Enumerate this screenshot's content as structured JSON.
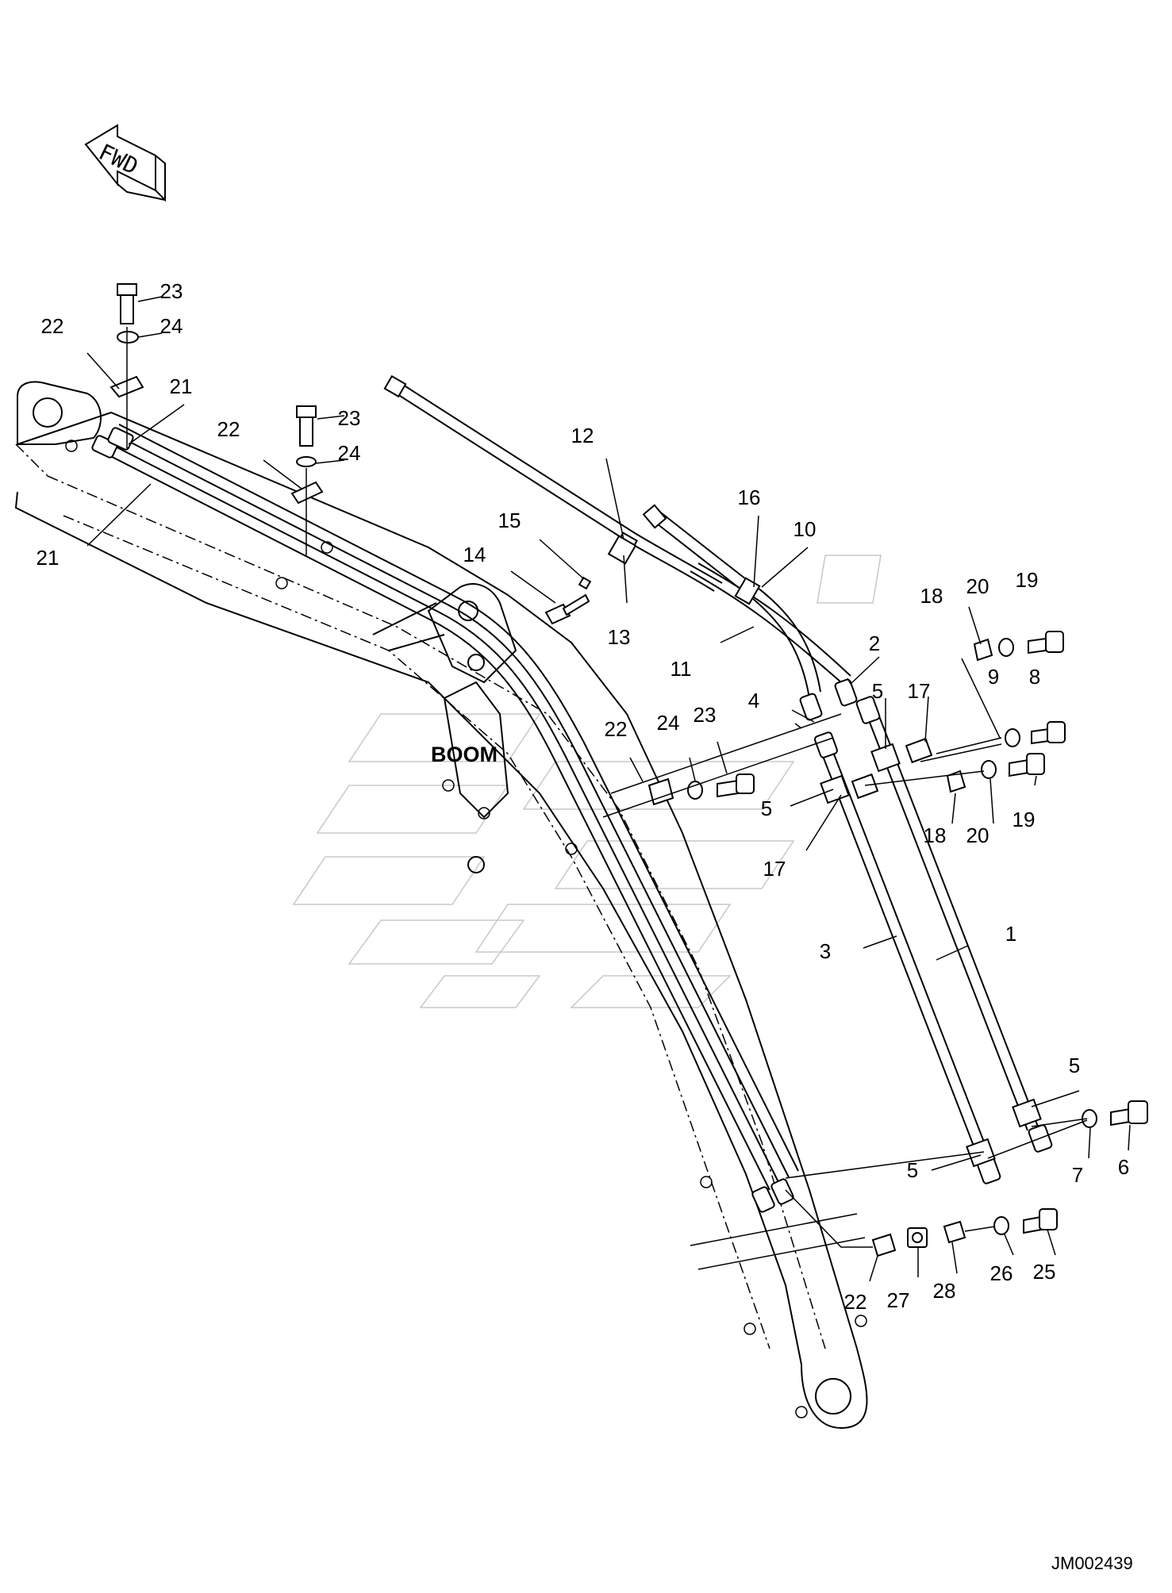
{
  "orientation_label": "FWD",
  "component_label": "BOOM",
  "drawing_ref": "JM002439",
  "callouts": [
    {
      "n": "23"
    },
    {
      "n": "24"
    },
    {
      "n": "22"
    },
    {
      "n": "21"
    },
    {
      "n": "21"
    },
    {
      "n": "23"
    },
    {
      "n": "22"
    },
    {
      "n": "24"
    },
    {
      "n": "12"
    },
    {
      "n": "15"
    },
    {
      "n": "14"
    },
    {
      "n": "13"
    },
    {
      "n": "16"
    },
    {
      "n": "10"
    },
    {
      "n": "11"
    },
    {
      "n": "2"
    },
    {
      "n": "18"
    },
    {
      "n": "20"
    },
    {
      "n": "19"
    },
    {
      "n": "9"
    },
    {
      "n": "8"
    },
    {
      "n": "5"
    },
    {
      "n": "17"
    },
    {
      "n": "4"
    },
    {
      "n": "22"
    },
    {
      "n": "24"
    },
    {
      "n": "23"
    },
    {
      "n": "5"
    },
    {
      "n": "17"
    },
    {
      "n": "18"
    },
    {
      "n": "20"
    },
    {
      "n": "19"
    },
    {
      "n": "3"
    },
    {
      "n": "1"
    },
    {
      "n": "5"
    },
    {
      "n": "6"
    },
    {
      "n": "7"
    },
    {
      "n": "5"
    },
    {
      "n": "22"
    },
    {
      "n": "27"
    },
    {
      "n": "28"
    },
    {
      "n": "26"
    },
    {
      "n": "25"
    }
  ]
}
